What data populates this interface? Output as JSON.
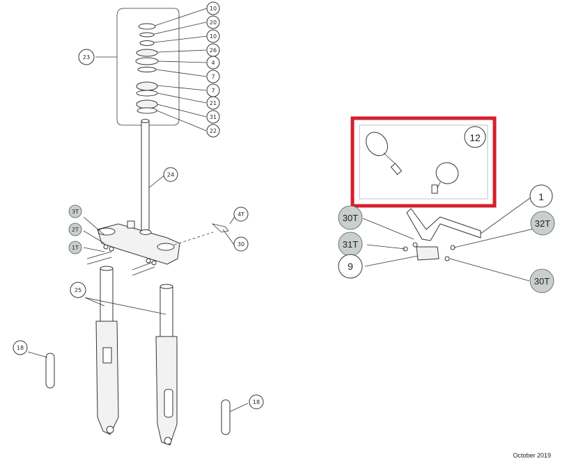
{
  "left_assembly": {
    "callouts": [
      {
        "id": "c10a",
        "label": "10"
      },
      {
        "id": "c20",
        "label": "20"
      },
      {
        "id": "c10b",
        "label": "10"
      },
      {
        "id": "c26",
        "label": "26"
      },
      {
        "id": "c4",
        "label": "4"
      },
      {
        "id": "c7a",
        "label": "7"
      },
      {
        "id": "c7b",
        "label": "7"
      },
      {
        "id": "c21",
        "label": "21"
      },
      {
        "id": "c31",
        "label": "31"
      },
      {
        "id": "c22",
        "label": "22"
      },
      {
        "id": "c23",
        "label": "23"
      },
      {
        "id": "c24",
        "label": "24"
      },
      {
        "id": "c4T",
        "label": "4T"
      },
      {
        "id": "c30",
        "label": "30"
      },
      {
        "id": "c3T",
        "label": "3T"
      },
      {
        "id": "c2T",
        "label": "2T"
      },
      {
        "id": "c1T",
        "label": "1T"
      },
      {
        "id": "c25",
        "label": "25"
      },
      {
        "id": "c18a",
        "label": "18"
      },
      {
        "id": "c18b",
        "label": "18"
      }
    ]
  },
  "right_assembly": {
    "highlight_color": "#d61f2c",
    "callouts": [
      {
        "id": "r12",
        "label": "12"
      },
      {
        "id": "r1",
        "label": "1"
      },
      {
        "id": "r30Ta",
        "label": "30T"
      },
      {
        "id": "r32T",
        "label": "32T"
      },
      {
        "id": "r31T",
        "label": "31T"
      },
      {
        "id": "r9",
        "label": "9"
      },
      {
        "id": "r30Tb",
        "label": "30T"
      }
    ]
  },
  "footer": {
    "date": "October 2019"
  }
}
